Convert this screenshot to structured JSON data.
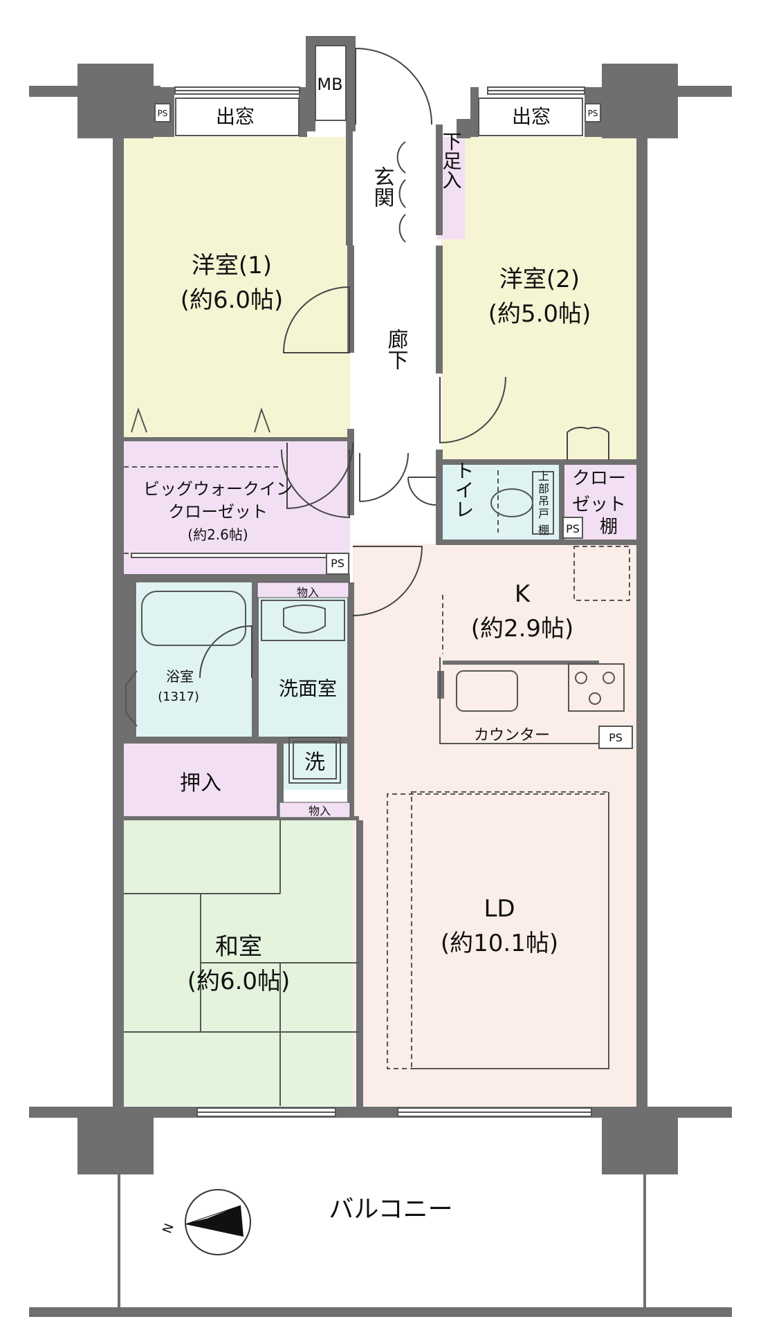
{
  "rooms": {
    "western1": {
      "name": "洋室(1)",
      "size": "(約6.0帖)"
    },
    "western2": {
      "name": "洋室(2)",
      "size": "(約5.0帖)"
    },
    "wic": {
      "name1": "ビッグウォークイン",
      "name2": "クローゼット",
      "size": "(約2.6帖)"
    },
    "bath": {
      "name": "浴室",
      "size": "(1317)"
    },
    "washroom": {
      "name": "洗面室",
      "machine": "洗"
    },
    "oshiire": "押入",
    "japanese": {
      "name": "和室",
      "size": "(約6.0帖)"
    },
    "kitchen": {
      "name": "K",
      "size": "(約2.9帖)"
    },
    "ld": {
      "name": "LD",
      "size": "(約10.1帖)"
    },
    "toilet": "トイレ",
    "entrance": "玄関",
    "shoebox": "下足入",
    "hallway": "廊下",
    "closet": {
      "line1": "クロー",
      "line2": "ゼット"
    },
    "balcony": "バルコニー"
  },
  "labels": {
    "bay_window_left": "出窓",
    "bay_window_right": "出窓",
    "mb": "MB",
    "ps": "PS",
    "counter": "カウンター",
    "shelf": "棚",
    "upper_shelf": [
      "上",
      "部",
      "吊",
      "戸"
    ],
    "toilet_shelf": "棚",
    "storage1": "物入",
    "storage2": "物入",
    "north": "N"
  },
  "colors": {
    "wall": "#6f6f6f",
    "western": "#f5f5d4",
    "storage": "#f3dff3",
    "wet": "#dff3f3",
    "japanese": "#e3f3dc",
    "ldk": "#fbede7"
  }
}
